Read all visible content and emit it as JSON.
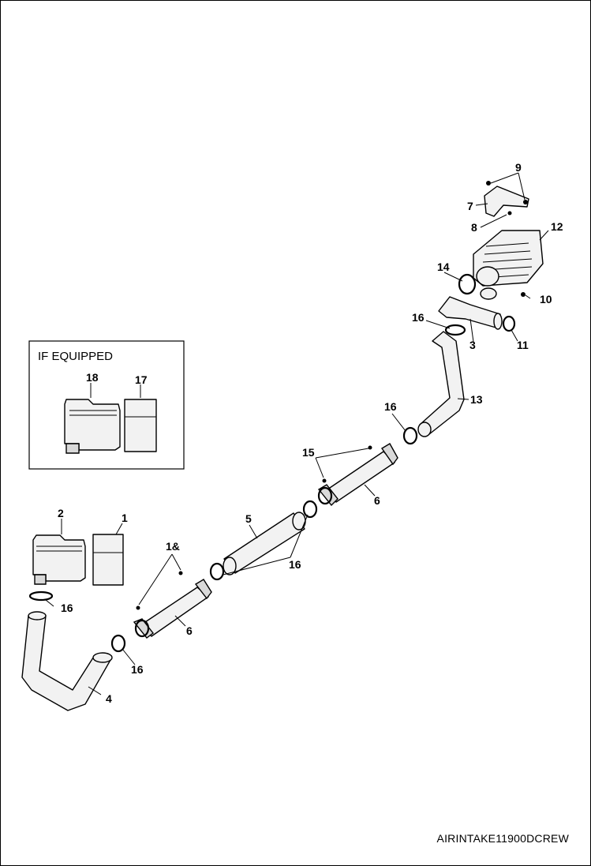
{
  "diagram": {
    "inset_title": "IF EQUIPPED",
    "reference_code": "AIRINTAKE11900DCREW",
    "callouts": {
      "c1": "1",
      "c2": "2",
      "c3": "3",
      "c4": "4",
      "c5": "5",
      "c6a": "6",
      "c6b": "6",
      "c7": "7",
      "c8": "8",
      "c9": "9",
      "c10": "10",
      "c11": "11",
      "c12": "12",
      "c13": "13",
      "c14": "14",
      "c15a": "15",
      "c15b": "1&",
      "c16a": "16",
      "c16b": "16",
      "c16c": "16",
      "c16d": "16",
      "c16e": "16",
      "c17": "17",
      "c18": "18"
    }
  }
}
